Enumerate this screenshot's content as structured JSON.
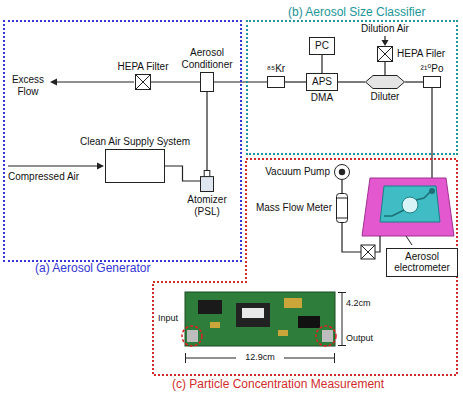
{
  "diagram": {
    "nodes": [
      {
        "text": [
          "(a) Aerosol Generator"
        ]
      },
      {
        "text": [
          "(b) Aerosol Size Classifier"
        ]
      },
      {
        "text": [
          "(c) Particle Concentration Measurement"
        ]
      },
      {
        "text": [
          "Aerosol Conditioner"
        ],
        "in": 0
      },
      {
        "text": [
          "HEPA Filter"
        ],
        "in": 0
      },
      {
        "text": [
          "Clean Air Supply System"
        ],
        "in": 0
      },
      {
        "text": [
          "Atomizer (PSL)"
        ],
        "in": 0
      },
      {
        "text": [
          "⁸⁵Kr"
        ],
        "in": 1
      },
      {
        "text": [
          "PC"
        ],
        "in": 1
      },
      {
        "text": [
          "APS",
          "DMA"
        ],
        "in": 1
      },
      {
        "text": [
          "Diluter"
        ],
        "in": 1
      },
      {
        "text": [
          "HEPA Filer"
        ],
        "in": 1
      },
      {
        "text": [
          "²¹⁰Po"
        ],
        "in": 1
      },
      {
        "text": [
          "Vacuum Pump"
        ],
        "in": 2
      },
      {
        "text": [
          "Mass Flow Meter"
        ],
        "in": 2
      },
      {
        "text": [
          "Aerosol electrometer"
        ],
        "in": 2
      }
    ],
    "edges": [
      {
        "from": 5,
        "to": 6,
        "arrow": "none"
      },
      {
        "from": 6,
        "to": 3,
        "arrow": "none"
      },
      {
        "from": 3,
        "to": 4,
        "arrow": "none"
      },
      {
        "from": 3,
        "to": 7,
        "arrow": "none"
      },
      {
        "from": 7,
        "to": 9,
        "arrow": "none"
      },
      {
        "from": 8,
        "to": 9,
        "arrow": "none"
      },
      {
        "from": 9,
        "to": 10,
        "arrow": "none"
      },
      {
        "from": 11,
        "to": 10,
        "arrow": "none"
      },
      {
        "from": 10,
        "to": 12,
        "arrow": "none"
      },
      {
        "from": 13,
        "to": 14,
        "arrow": "none"
      }
    ],
    "labels": [
      "Excess Flow",
      "Compressed Air",
      "Dilution Air",
      "12.9cm",
      "4.2cm",
      "Input",
      "Output"
    ]
  }
}
